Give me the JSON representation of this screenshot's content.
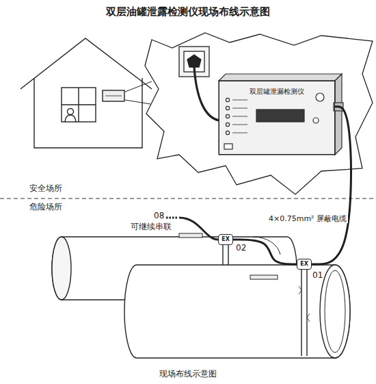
{
  "diagram": {
    "title": "双层油罐泄露检测仪现场布线示意图",
    "caption": "现场布线示意图",
    "nodes": [
      {
        "text": [
          "双层罐泄漏检测仪"
        ]
      },
      {
        "text": [
          "EX"
        ]
      },
      {
        "text": [
          "EX"
        ]
      }
    ],
    "edges": [
      {
        "from": 0,
        "to": 2,
        "arrow": "none",
        "label": "4×0.75mm² 屏蔽电缆"
      },
      {
        "from": 2,
        "to": 1,
        "arrow": "none"
      }
    ],
    "labels": [
      "安全场所",
      "危险场所",
      "08",
      "可继续串联",
      "02",
      "01"
    ]
  }
}
